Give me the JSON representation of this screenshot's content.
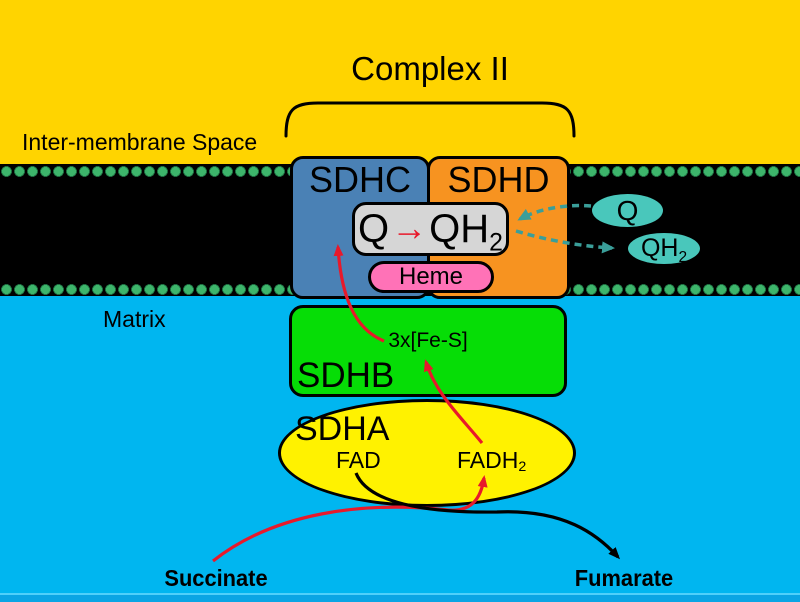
{
  "title": "Complex II",
  "labels": {
    "intermembrane_space": "Inter-membrane Space",
    "matrix": "Matrix"
  },
  "complex": {
    "sdhc": "SDHC",
    "sdhd": "SDHD",
    "sdhb": "SDHB",
    "sdha": "SDHA",
    "heme": "Heme",
    "iron_sulfur": "3x[Fe-S]",
    "fad": "FAD",
    "fadh2": {
      "main": "FADH",
      "sub": "2"
    },
    "q_reaction": {
      "substrate": "Q",
      "arrow": "→",
      "product": "QH",
      "product_sub": "2"
    }
  },
  "quinones": {
    "q": "Q",
    "qh2": {
      "main": "QH",
      "sub": "2"
    }
  },
  "metabolites": {
    "substrate": "Succinate",
    "product": "Fumarate"
  },
  "colors": {
    "intermembrane_bg": "#ffd400",
    "membrane": "#000000",
    "matrix_bg": "#00b6f0",
    "lipid_dot_green": "#3db56b",
    "sdhc_blue": "#4a81b5",
    "sdhd_orange": "#f79320",
    "sdhb_green": "#06dd06",
    "sdha_yellow": "#fff200",
    "heme_pink": "#ff72b7",
    "quinone_teal": "#49c7bb",
    "q_box_gray": "#d6d6d6",
    "electron_arrow_red": "#e8192b",
    "q_shuttle_teal": "#3a9e99",
    "product_arrow_black": "#000000"
  }
}
